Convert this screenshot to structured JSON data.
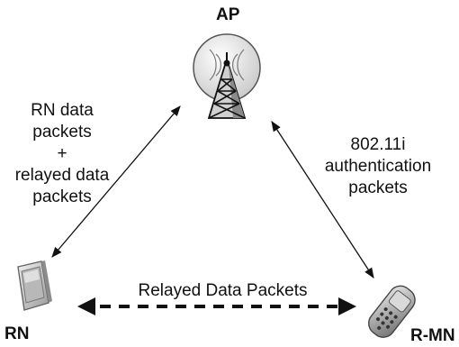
{
  "nodes": {
    "ap": {
      "label": "AP",
      "icon": "radio-tower-icon"
    },
    "rn": {
      "label": "RN",
      "icon": "pda-device-icon"
    },
    "rmn": {
      "label": "R-MN",
      "icon": "mobile-phone-icon"
    }
  },
  "links": {
    "rn_ap": {
      "lines": [
        "RN data",
        "packets",
        "+",
        "relayed data",
        "packets"
      ]
    },
    "ap_rmn": {
      "lines": [
        "802.11i",
        "authentication",
        "packets"
      ]
    },
    "rn_rmn": {
      "label": "Relayed Data Packets"
    }
  }
}
